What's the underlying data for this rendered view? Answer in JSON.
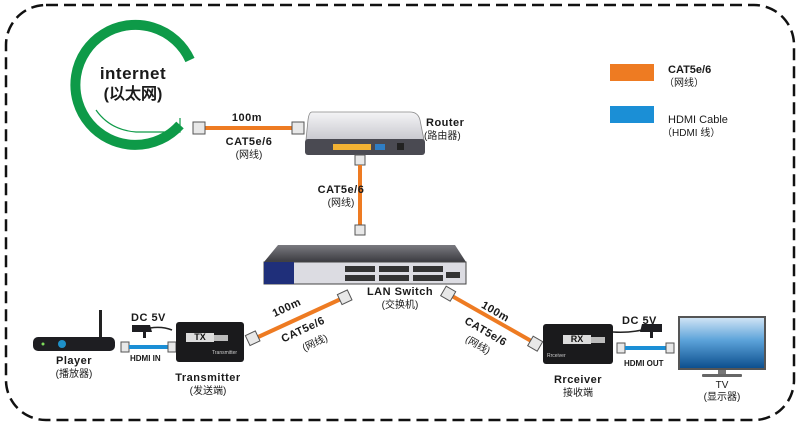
{
  "colors": {
    "cat_cable": "#ee7b22",
    "hdmi_cable": "#1b8fd6",
    "internet_ring": "#0e9a48",
    "border": "#111111"
  },
  "internet": {
    "title": "internet",
    "subtitle": "(以太网)"
  },
  "legend": [
    {
      "name": "CAT5e/6",
      "sub": "（网线）",
      "color": "#ee7b22"
    },
    {
      "name": "HDMI Cable",
      "sub": "（HDMI 线）",
      "color": "#1b8fd6"
    }
  ],
  "devices": {
    "router": {
      "name": "Router",
      "sub": "(路由器)"
    },
    "switch": {
      "name": "LAN Switch",
      "sub": "(交换机)"
    },
    "player": {
      "name": "Player",
      "sub": "(播放器)"
    },
    "transmitter": {
      "name": "Transmitter",
      "sub": "(发送端)",
      "badge": "TX",
      "caption": "Transmitter"
    },
    "receiver": {
      "name": "Rrceiver",
      "sub": "接收端",
      "badge": "RX",
      "caption": "Rrceiver"
    },
    "tv": {
      "name": "TV",
      "sub": "(显示器)"
    }
  },
  "links": {
    "internet_router": {
      "length": "100m",
      "type": "CAT5e/6",
      "sub": "(网线)"
    },
    "router_switch": {
      "type": "CAT5e/6",
      "sub": "(网线)"
    },
    "switch_tx": {
      "length": "100m",
      "type": "CAT5e/6",
      "sub": "(网线)"
    },
    "switch_rx": {
      "length": "100m",
      "type": "CAT5e/6",
      "sub": "(网线)"
    },
    "player_tx": {
      "label": "HDMI IN",
      "power": "DC 5V"
    },
    "rx_tv": {
      "label": "HDMI OUT",
      "power": "DC 5V"
    }
  }
}
